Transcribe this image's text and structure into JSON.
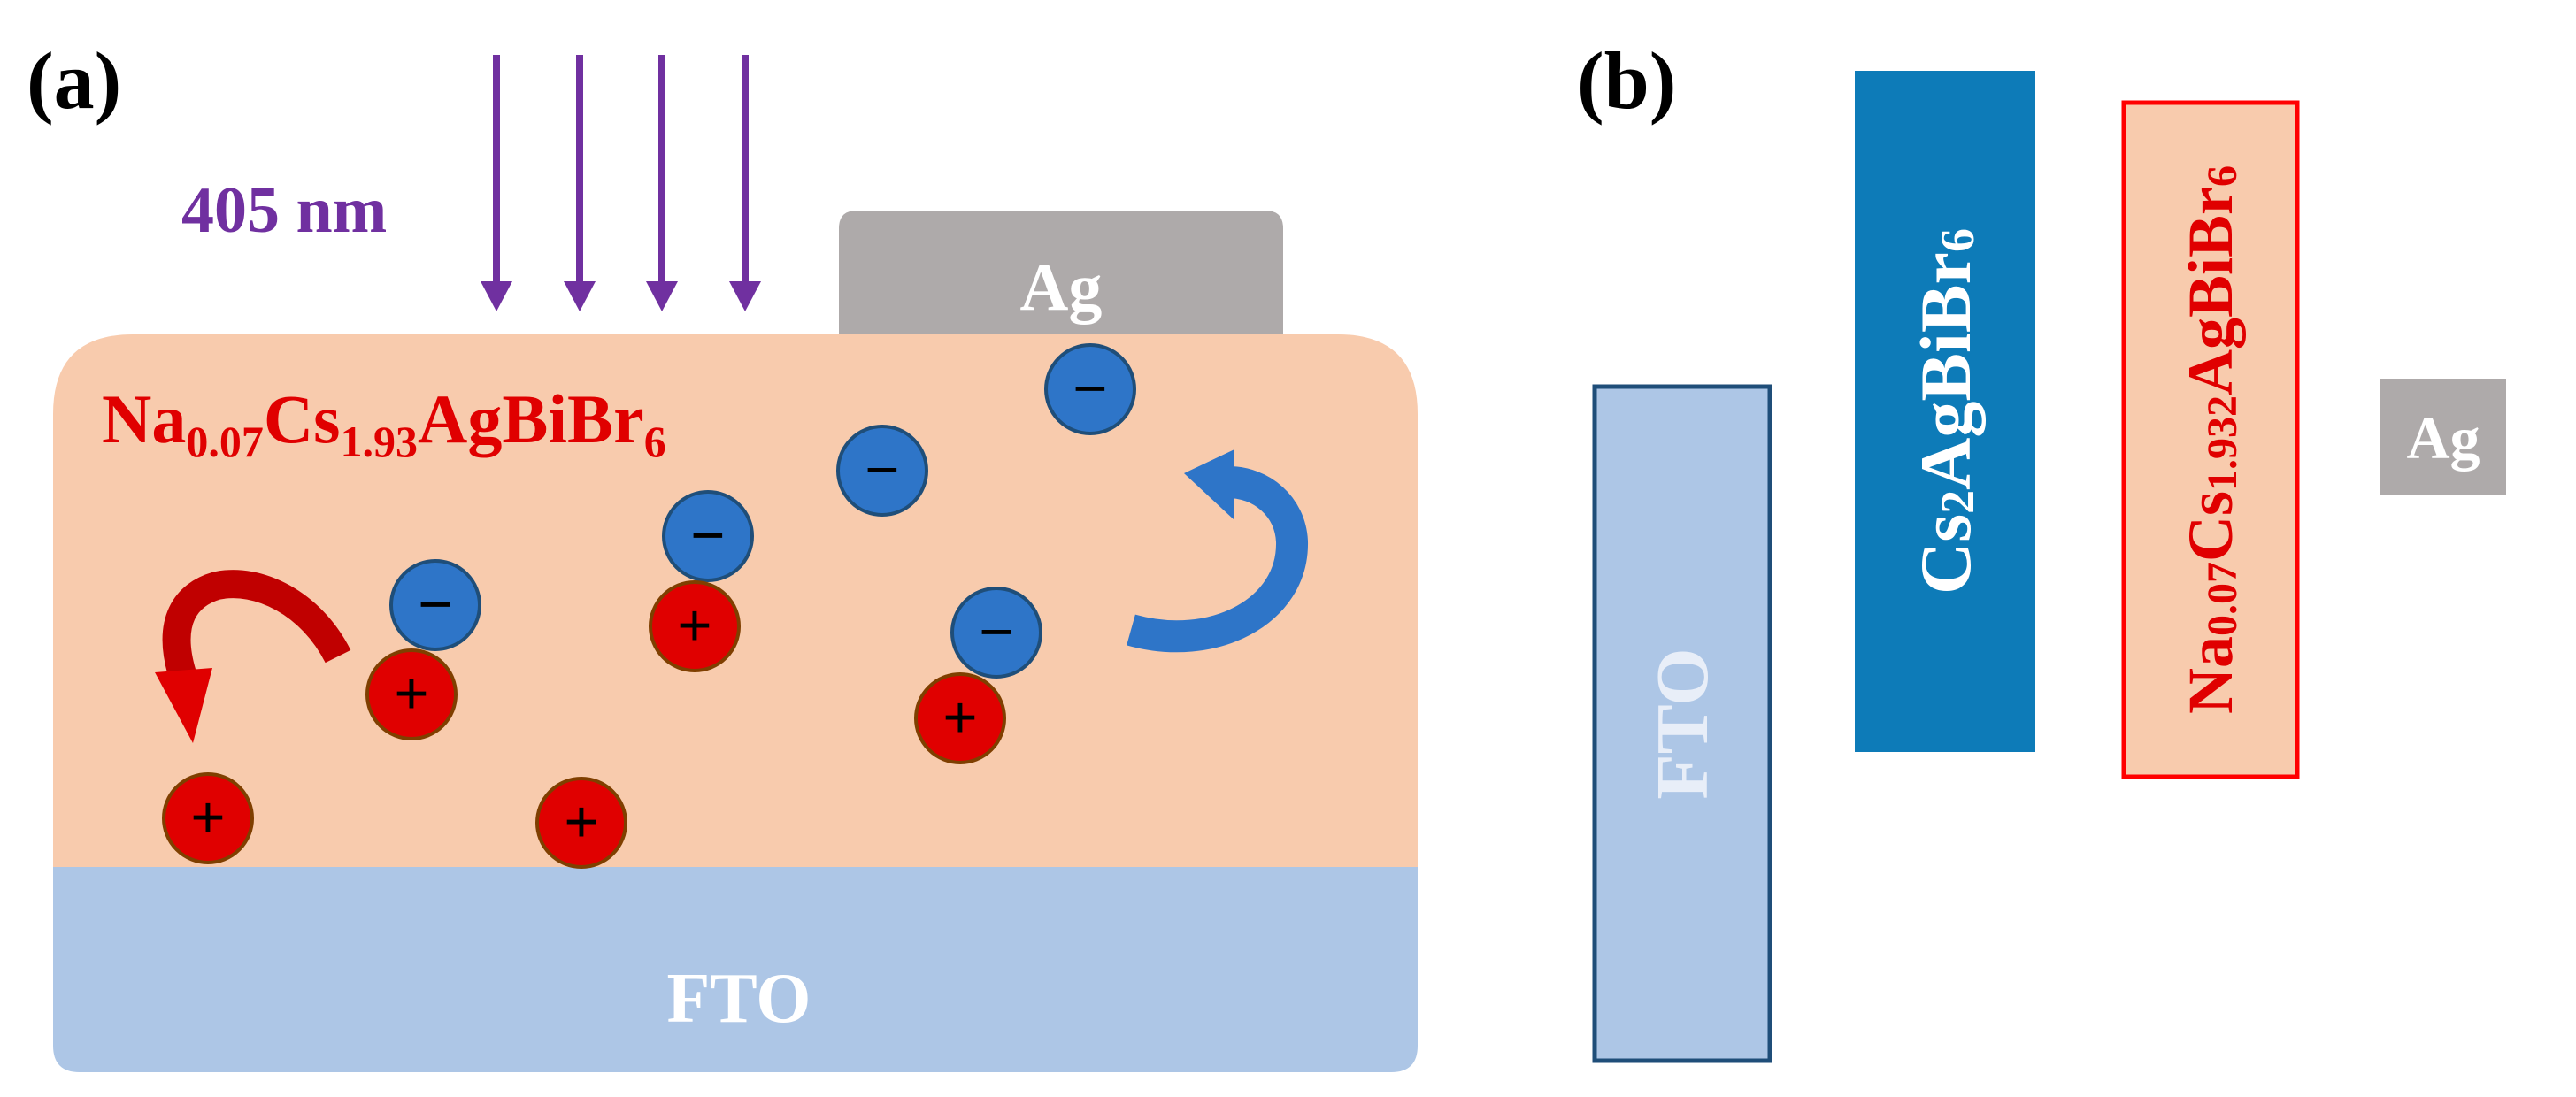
{
  "panel_a": {
    "label": "(a)",
    "light_label": "405 nm",
    "light_color": "#7030a0",
    "electrode_top": {
      "label": "Ag",
      "color": "#aeaaaa"
    },
    "absorber": {
      "label_parts": [
        "Na",
        "0.07",
        "Cs",
        "1.93",
        "AgBiBr",
        "6"
      ],
      "color": "#f8cbad",
      "label_color": "#e00000"
    },
    "substrate": {
      "label": "FTO",
      "color": "#adc6e6"
    },
    "electron_symbol": "−",
    "hole_symbol": "+",
    "electron_color": "#2e75c8",
    "hole_color": "#e00000"
  },
  "panel_b": {
    "label": "(b)",
    "bars": [
      {
        "name": "FTO",
        "label_parts": [
          "FTO"
        ],
        "fill": "#adc6e6",
        "stroke": "#1f4e79",
        "text_color": "#e8eef8"
      },
      {
        "name": "cs2agbibr6",
        "label_parts": [
          "Cs",
          "2",
          "AgBiBr",
          "6"
        ],
        "fill": "#0d7bb8",
        "stroke": "#0d7bb8",
        "text_color": "#ffffff"
      },
      {
        "name": "na-doped",
        "label_parts": [
          "Na",
          "0.07",
          "Cs",
          "1.932",
          "AgBiBr",
          "6"
        ],
        "fill": "#f8cbad",
        "stroke": "#ff0000",
        "text_color": "#e00000"
      },
      {
        "name": "Ag",
        "label_parts": [
          "Ag"
        ],
        "fill": "#aeaaaa",
        "stroke": "#aeaaaa",
        "text_color": "#ffffff"
      }
    ]
  }
}
